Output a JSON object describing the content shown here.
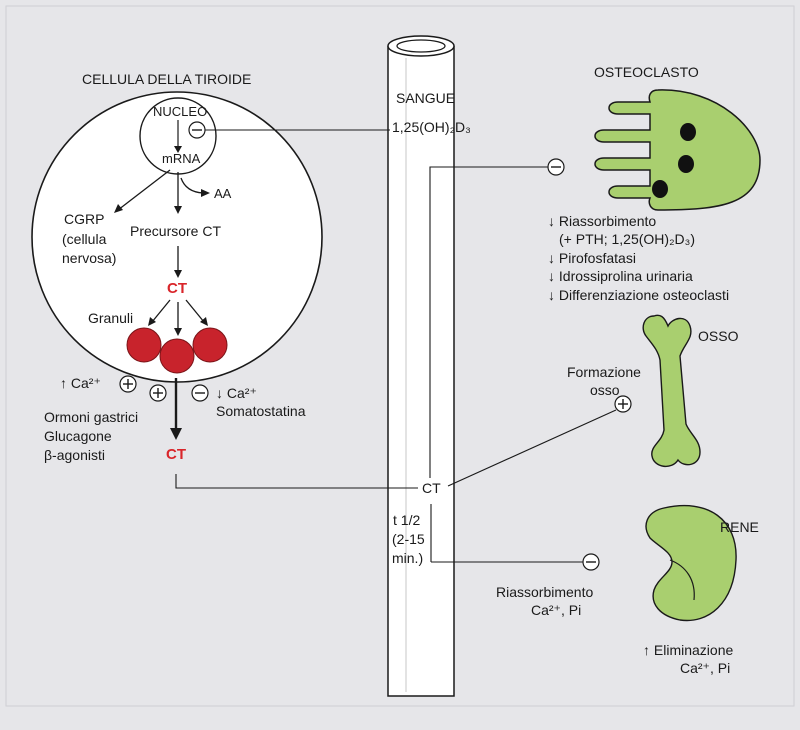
{
  "cell": {
    "title": "CELLULA DELLA TIROIDE",
    "nucleus": "NUCLEO",
    "mrna": "mRNA",
    "aa": "AA",
    "cgrp": [
      "CGRP",
      "(cellula",
      "nervosa)"
    ],
    "precursor": "Precursore CT",
    "ct_inside": "CT",
    "granules": "Granuli"
  },
  "secretion": {
    "ca_up": "↑ Ca²⁺",
    "ca_down": "↓ Ca²⁺",
    "somatostatin": "Somatostatina",
    "stimulators": [
      "Ormoni gastrici",
      "Glucagone",
      "β-agonisti"
    ],
    "ct_outside": "CT"
  },
  "blood": {
    "label": "SANGUE",
    "vitamin_d": "1,25(OH)₂D₃",
    "ct": "CT",
    "half_life": [
      "t 1/2",
      "(2-15",
      "min.)"
    ]
  },
  "osteoclast": {
    "title": "OSTEOCLASTO",
    "effects": [
      "↓ Riassorbimento",
      "(+ PTH; 1,25(OH)₂D₃)",
      "↓ Pirofosfatasi",
      "↓ Idrossiprolina urinaria",
      "↓ Differenziazione osteoclasti"
    ]
  },
  "bone": {
    "title": "OSSO",
    "formation": [
      "Formazione",
      "osso"
    ]
  },
  "kidney": {
    "title": "RENE",
    "reabsorption": [
      "Riassorbimento",
      "Ca²⁺, Pi"
    ],
    "elimination": [
      "↑ Eliminazione",
      "Ca²⁺, Pi"
    ]
  },
  "symbols": {
    "plus": "+",
    "minus": "−"
  },
  "colors": {
    "background": "#e6e6e9",
    "cell_fill": "#ffffff",
    "organ_green": "#a9cf6f",
    "granule_red": "#c8232c",
    "ct_red": "#d9252a",
    "line": "#1a1a1a"
  }
}
